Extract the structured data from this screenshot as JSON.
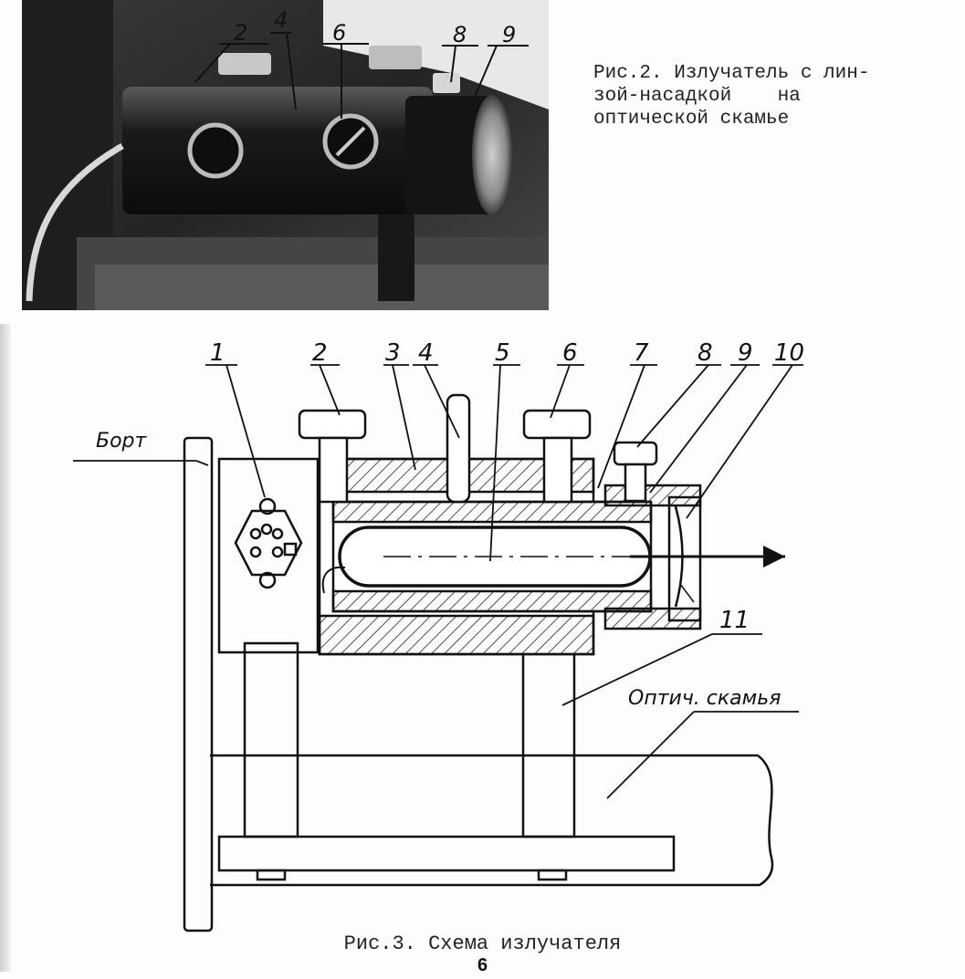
{
  "figure2": {
    "caption_line1": "Рис.2. Излучатель с лин-",
    "caption_line2": "зой-насадкой    на",
    "caption_line3": "оптической скамье",
    "photo_labels": [
      "2",
      "4",
      "6",
      "8",
      "9"
    ]
  },
  "figure3": {
    "caption": "Рис.3. Схема излучателя",
    "labels": {
      "n1": "1",
      "n2": "2",
      "n3": "3",
      "n4": "4",
      "n5": "5",
      "n6": "6",
      "n7": "7",
      "n8": "8",
      "n9": "9",
      "n10": "10",
      "n11": "11"
    },
    "bort_label": "Борт",
    "bench_label": "Оптич. скамья"
  },
  "page_number": "6"
}
